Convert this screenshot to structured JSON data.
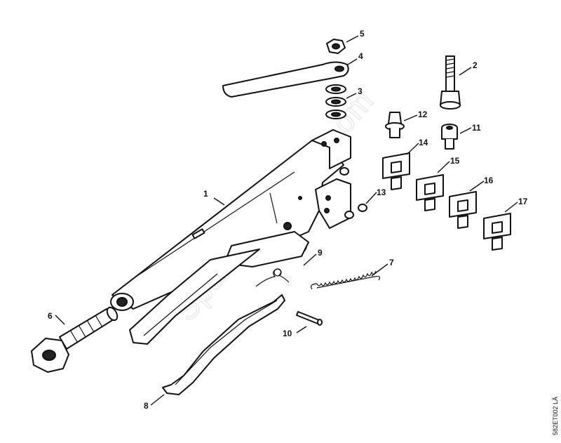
{
  "callouts": {
    "c1": "1",
    "c2": "2",
    "c3": "3",
    "c4": "4",
    "c5": "5",
    "c6": "6",
    "c7": "7",
    "c8": "8",
    "c9": "9",
    "c10": "10",
    "c11": "11",
    "c12": "12",
    "c13": "13",
    "c14": "14",
    "c15": "15",
    "c16": "16",
    "c17": "17"
  },
  "watermark": "SparesGarden.com",
  "reference_code": "582ET002 LÄ"
}
